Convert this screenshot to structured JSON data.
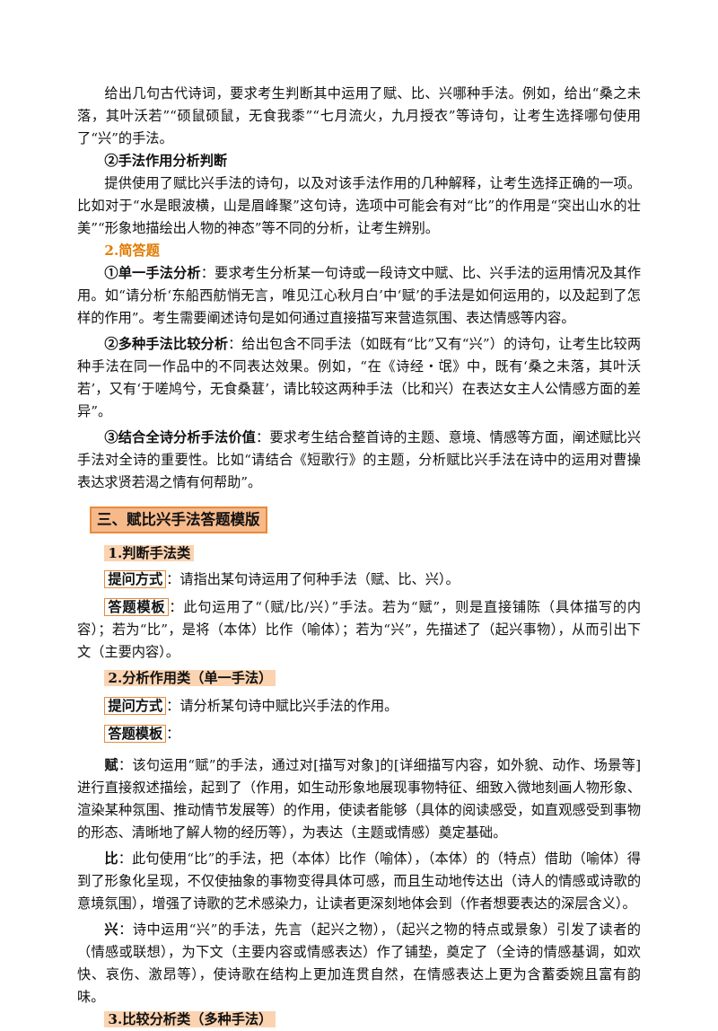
{
  "intro": {
    "para1": "给出几句古代诗词，要求考生判断其中运用了赋、比、兴哪种手法。例如，给出“桑之未落，其叶沃若”“硕鼠硕鼠，无食我黍”“七月流火，九月授衣”等诗句，让考生选择哪句使用了“兴”的手法。",
    "sub2_title": "②手法作用分析判断",
    "sub2_text": "提供使用了赋比兴手法的诗句，以及对该手法作用的几种解释，让考生选择正确的一项。比如对于“水是眼波横，山是眉峰聚”这句诗，选项中可能会有对“比”的作用是“突出山水的壮美”“形象地描绘出人物的神态”等不同的分析，让考生辨别。"
  },
  "short_answer": {
    "title": "2.简答题",
    "item1_label": "①单一手法分析",
    "item1_text": "：要求考生分析某一句诗或一段诗文中赋、比、兴手法的运用情况及其作用。如“请分析‘东船西舫悄无言，唯见江心秋月白’中‘赋’的手法是如何运用的，以及起到了怎样的作用”。考生需要阐述诗句是如何通过直接描写来营造氛围、表达情感等内容。",
    "item2_label": "②多种手法比较分析",
    "item2_text": "：给出包含不同手法（如既有“比”又有“兴”）的诗句，让考生比较两种手法在同一作品中的不同表达效果。例如，“在《诗经・氓》中，既有‘桑之未落，其叶沃若’，又有‘于嗟鸠兮，无食桑葚’，请比较这两种手法（比和兴）在表达女主人公情感方面的差异”。",
    "item3_label": "③结合全诗分析手法价值",
    "item3_text": "：要求考生结合整首诗的主题、意境、情感等方面，阐述赋比兴手法对全诗的重要性。比如“请结合《短歌行》的主题，分析赋比兴手法在诗中的运用对曹操表达求贤若渴之情有何帮助”。"
  },
  "section3": {
    "title": "三、赋比兴手法答题模版",
    "judge": {
      "title": "1.判断手法类",
      "ask_label": "提问方式",
      "ask_text": "：请指出某句诗运用了何种手法（赋、比、兴）。",
      "tpl_label": "答题模板",
      "tpl_text": "：此句运用了“（赋/比/兴）”手法。若为“赋”，则是直接铺陈（具体描写的内容）；若为“比”，是将（本体）比作（喻体）；若为“兴”，先描述了（起兴事物），从而引出下文（主要内容）。"
    },
    "function": {
      "title": "2.分析作用类（单一手法）",
      "ask_label": "提问方式",
      "ask_text": "：请分析某句诗中赋比兴手法的作用。",
      "tpl_label": "答题模板",
      "tpl_text": "：",
      "fu_label": "赋",
      "fu_text": "：该句运用“赋”的手法，通过对[描写对象]的[详细描写内容，如外貌、动作、场景等]进行直接叙述描绘，起到了（作用，如生动形象地展现事物特征、细致入微地刻画人物形象、渲染某种氛围、推动情节发展等）的作用，使读者能够（具体的阅读感受，如直观感受到事物的形态、清晰地了解人物的经历等），为表达（主题或情感）奠定基础。",
      "bi_label": "比",
      "bi_text": "：此句使用“比”的手法，把（本体）比作（喻体），（本体）的（特点）借助（喻体）得到了形象化呈现，不仅使抽象的事物变得具体可感，而且生动地传达出（诗人的情感或诗歌的意境氛围），增强了诗歌的艺术感染力，让读者更深刻地体会到（作者想要表达的深层含义）。",
      "xing_label": "兴",
      "xing_text": "：诗中运用“兴”的手法，先言（起兴之物），（起兴之物的特点或景象）引发了读者的（情感或联想），为下文（主要内容或情感表达）作了铺垫，奠定了（全诗的情感基调，如欢快、哀伤、激昂等），使诗歌在结构上更加连贯自然，在情感表达上更为含蓄委婉且富有韵味。"
    },
    "compare": {
      "title": "3.比较分析类（多种手法）"
    }
  },
  "colors": {
    "accent_orange": "#e07b00",
    "heading_fill": "#f6b98a",
    "heading_border": "#e88a3a",
    "soft_highlight": "#fbd3b1"
  }
}
